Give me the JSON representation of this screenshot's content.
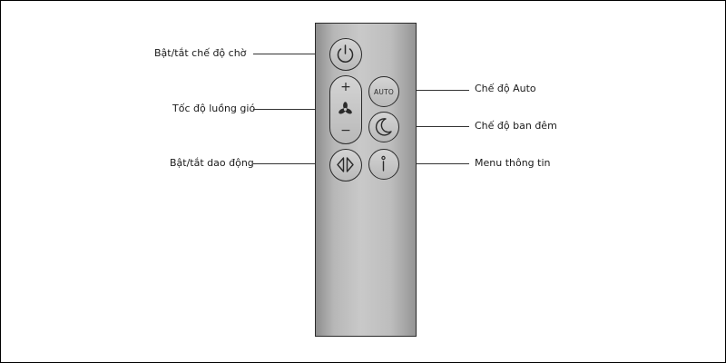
{
  "labels": {
    "standby": "Bật/tắt chế độ chờ",
    "airflow_speed": "Tốc độ luồng gió",
    "oscillation": "Bật/tắt dao động",
    "auto_mode": "Chế độ Auto",
    "night_mode": "Chế độ ban đêm",
    "info_menu": "Menu thông tin"
  },
  "remote": {
    "auto_button_text": "AUTO",
    "speed_plus": "+",
    "speed_minus": "−",
    "body_color": "#bdbdbd",
    "outline_color": "#2a2a2a"
  },
  "icons": {
    "power": "power-icon",
    "fan": "fan-icon",
    "moon": "moon-icon",
    "oscillation": "oscillation-icon",
    "info": "info-icon"
  }
}
